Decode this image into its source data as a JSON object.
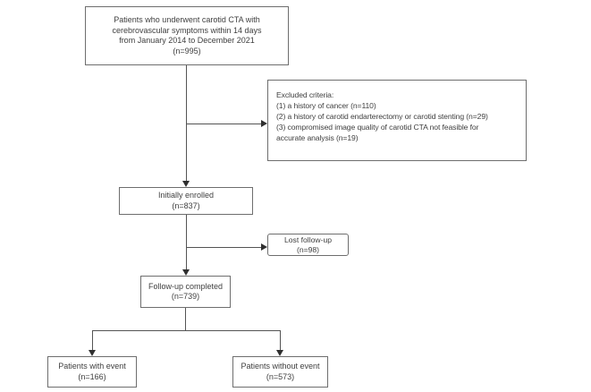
{
  "colors": {
    "background": "#ffffff",
    "box_border": "#6e6e6e",
    "connector_line": "#545454",
    "arrowhead": "#2f2f2f",
    "text": "#3f3f3f"
  },
  "boxes": {
    "top": {
      "text": "Patients who underwent carotid CTA with\ncerebrovascular symptoms within 14 days\nfrom January 2014 to December 2021",
      "n": "(n=995)"
    },
    "excluded": {
      "title": "Excluded criteria:",
      "items": [
        "(1) a history of cancer (n=110)",
        "(2) a history of carotid endarterectomy or carotid stenting (n=29)",
        "(3) compromised image quality of carotid CTA not feasible for\naccurate analysis (n=19)"
      ]
    },
    "enrolled": {
      "label": "Initially enrolled",
      "n": "(n=837)"
    },
    "lost": {
      "label": "Lost follow-up",
      "n": "(n=98)"
    },
    "completed": {
      "label": "Follow-up completed",
      "n": "(n=739)"
    },
    "with_event": {
      "label": "Patients with event",
      "n": "(n=166)"
    },
    "without_event": {
      "label": "Patients without event",
      "n": "(n=573)"
    }
  }
}
